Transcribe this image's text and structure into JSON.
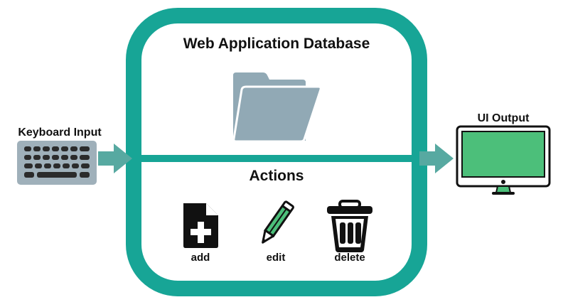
{
  "diagram": {
    "input_label": "Keyboard Input",
    "database_title": "Web Application Database",
    "actions_title": "Actions",
    "output_label": "UI Output",
    "actions": [
      {
        "label": "add",
        "icon": "add-file-icon"
      },
      {
        "label": "edit",
        "icon": "pencil-icon"
      },
      {
        "label": "delete",
        "icon": "trash-icon"
      }
    ]
  },
  "colors": {
    "teal": "#17a596",
    "arrow": "#57a9a1",
    "folder": "#91a9b5",
    "keyboard": "#9fb0ba",
    "monitor_green": "#4cbf7a",
    "dark": "#111111"
  }
}
